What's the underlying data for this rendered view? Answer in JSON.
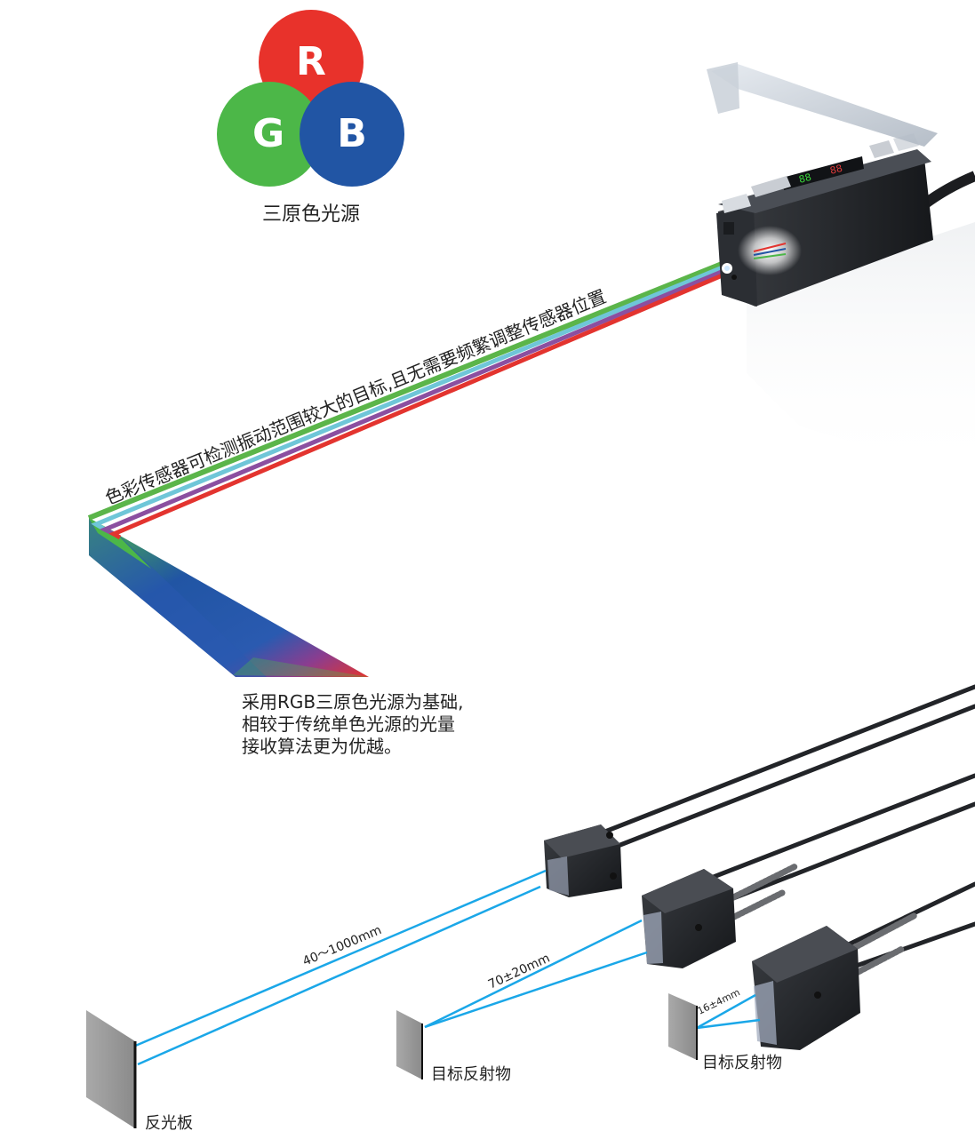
{
  "rgb_logo": {
    "letters": {
      "r": "R",
      "g": "G",
      "b": "B"
    },
    "caption": "三原色光源",
    "colors": {
      "red": "#e8322b",
      "green": "#4cb748",
      "blue": "#2155a4"
    }
  },
  "beam": {
    "text": "色彩传感器可检测振动范围较大的目标,且无需要频繁调整传感器位置",
    "colors": [
      "#5bb54a",
      "#6fc6d8",
      "#8b4fa0",
      "#e3342f"
    ]
  },
  "description": {
    "line1": "采用RGB三原色光源为基础,",
    "line2": "相较于传统单色光源的光量",
    "line3": "接收算法更为优越。"
  },
  "sensors": {
    "beam_color": "#1aa7e8",
    "ranges": {
      "large": "40～1000mm",
      "medium": "70±20mm",
      "small": "16±4mm"
    },
    "targets": {
      "reflector": "反光板",
      "target_medium": "目标反射物",
      "target_small": "目标反射物"
    }
  }
}
